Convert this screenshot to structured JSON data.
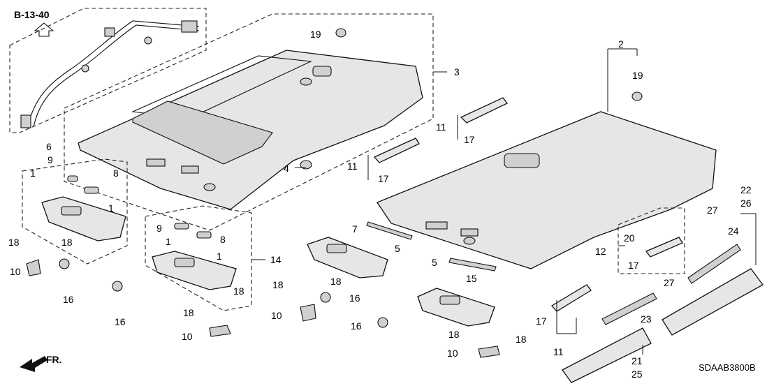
{
  "header": {
    "ref_code": "B-13-40"
  },
  "footer": {
    "drawing_code": "SDAAB3800B",
    "front_indicator": "FR."
  },
  "colors": {
    "line": "#111111",
    "part_fill": "#e6e6e6",
    "background": "#ffffff"
  },
  "callouts": [
    {
      "id": "c1",
      "text": "1"
    },
    {
      "id": "c2",
      "text": "1"
    },
    {
      "id": "c3",
      "text": "1"
    },
    {
      "id": "c4",
      "text": "1"
    },
    {
      "id": "c5",
      "text": "2"
    },
    {
      "id": "c6",
      "text": "3"
    },
    {
      "id": "c7",
      "text": "4"
    },
    {
      "id": "c8",
      "text": "5"
    },
    {
      "id": "c9",
      "text": "5"
    },
    {
      "id": "c10",
      "text": "6"
    },
    {
      "id": "c11",
      "text": "7"
    },
    {
      "id": "c12",
      "text": "8"
    },
    {
      "id": "c13",
      "text": "8"
    },
    {
      "id": "c14",
      "text": "9"
    },
    {
      "id": "c15",
      "text": "9"
    },
    {
      "id": "c16",
      "text": "10"
    },
    {
      "id": "c17",
      "text": "10"
    },
    {
      "id": "c18",
      "text": "10"
    },
    {
      "id": "c19",
      "text": "10"
    },
    {
      "id": "c20",
      "text": "11"
    },
    {
      "id": "c21",
      "text": "11"
    },
    {
      "id": "c22",
      "text": "11"
    },
    {
      "id": "c23",
      "text": "12"
    },
    {
      "id": "c24",
      "text": "14"
    },
    {
      "id": "c25",
      "text": "15"
    },
    {
      "id": "c26",
      "text": "16"
    },
    {
      "id": "c27",
      "text": "16"
    },
    {
      "id": "c28",
      "text": "16"
    },
    {
      "id": "c29",
      "text": "16"
    },
    {
      "id": "c30",
      "text": "17"
    },
    {
      "id": "c31",
      "text": "17"
    },
    {
      "id": "c32",
      "text": "17"
    },
    {
      "id": "c33",
      "text": "17"
    },
    {
      "id": "c34",
      "text": "18"
    },
    {
      "id": "c35",
      "text": "18"
    },
    {
      "id": "c36",
      "text": "18"
    },
    {
      "id": "c37",
      "text": "18"
    },
    {
      "id": "c38",
      "text": "18"
    },
    {
      "id": "c39",
      "text": "18"
    },
    {
      "id": "c40",
      "text": "18"
    },
    {
      "id": "c41",
      "text": "18"
    },
    {
      "id": "c42",
      "text": "19"
    },
    {
      "id": "c43",
      "text": "19"
    },
    {
      "id": "c44",
      "text": "20"
    },
    {
      "id": "c45",
      "text": "21"
    },
    {
      "id": "c46",
      "text": "22"
    },
    {
      "id": "c47",
      "text": "23"
    },
    {
      "id": "c48",
      "text": "24"
    },
    {
      "id": "c49",
      "text": "25"
    },
    {
      "id": "c50",
      "text": "26"
    },
    {
      "id": "c51",
      "text": "27"
    },
    {
      "id": "c52",
      "text": "27"
    }
  ]
}
